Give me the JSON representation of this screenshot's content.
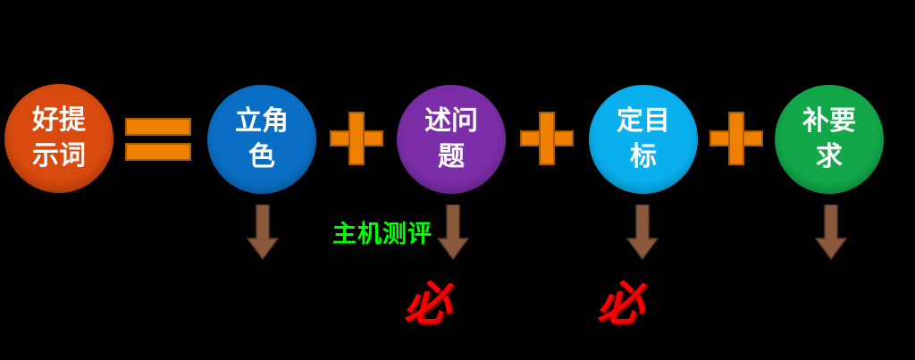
{
  "formula": {
    "result": {
      "label": "好提示词",
      "color": "#d84a0e"
    },
    "equals_symbol": "=",
    "terms": [
      {
        "label": "立角色",
        "color": "#0a6fc4"
      },
      {
        "label": "述问题",
        "color": "#7b2ea8"
      },
      {
        "label": "定目标",
        "color": "#0ab0ee"
      },
      {
        "label": "补要求",
        "color": "#12a84a"
      }
    ],
    "plus_symbol": "+"
  },
  "annotations": {
    "note": "主机测评",
    "must_1": "必",
    "must_2": "必"
  },
  "colors": {
    "operator": "#f08000",
    "arrow": "#8b5a3c",
    "note": "#00ff00",
    "must": "#ff0000"
  }
}
